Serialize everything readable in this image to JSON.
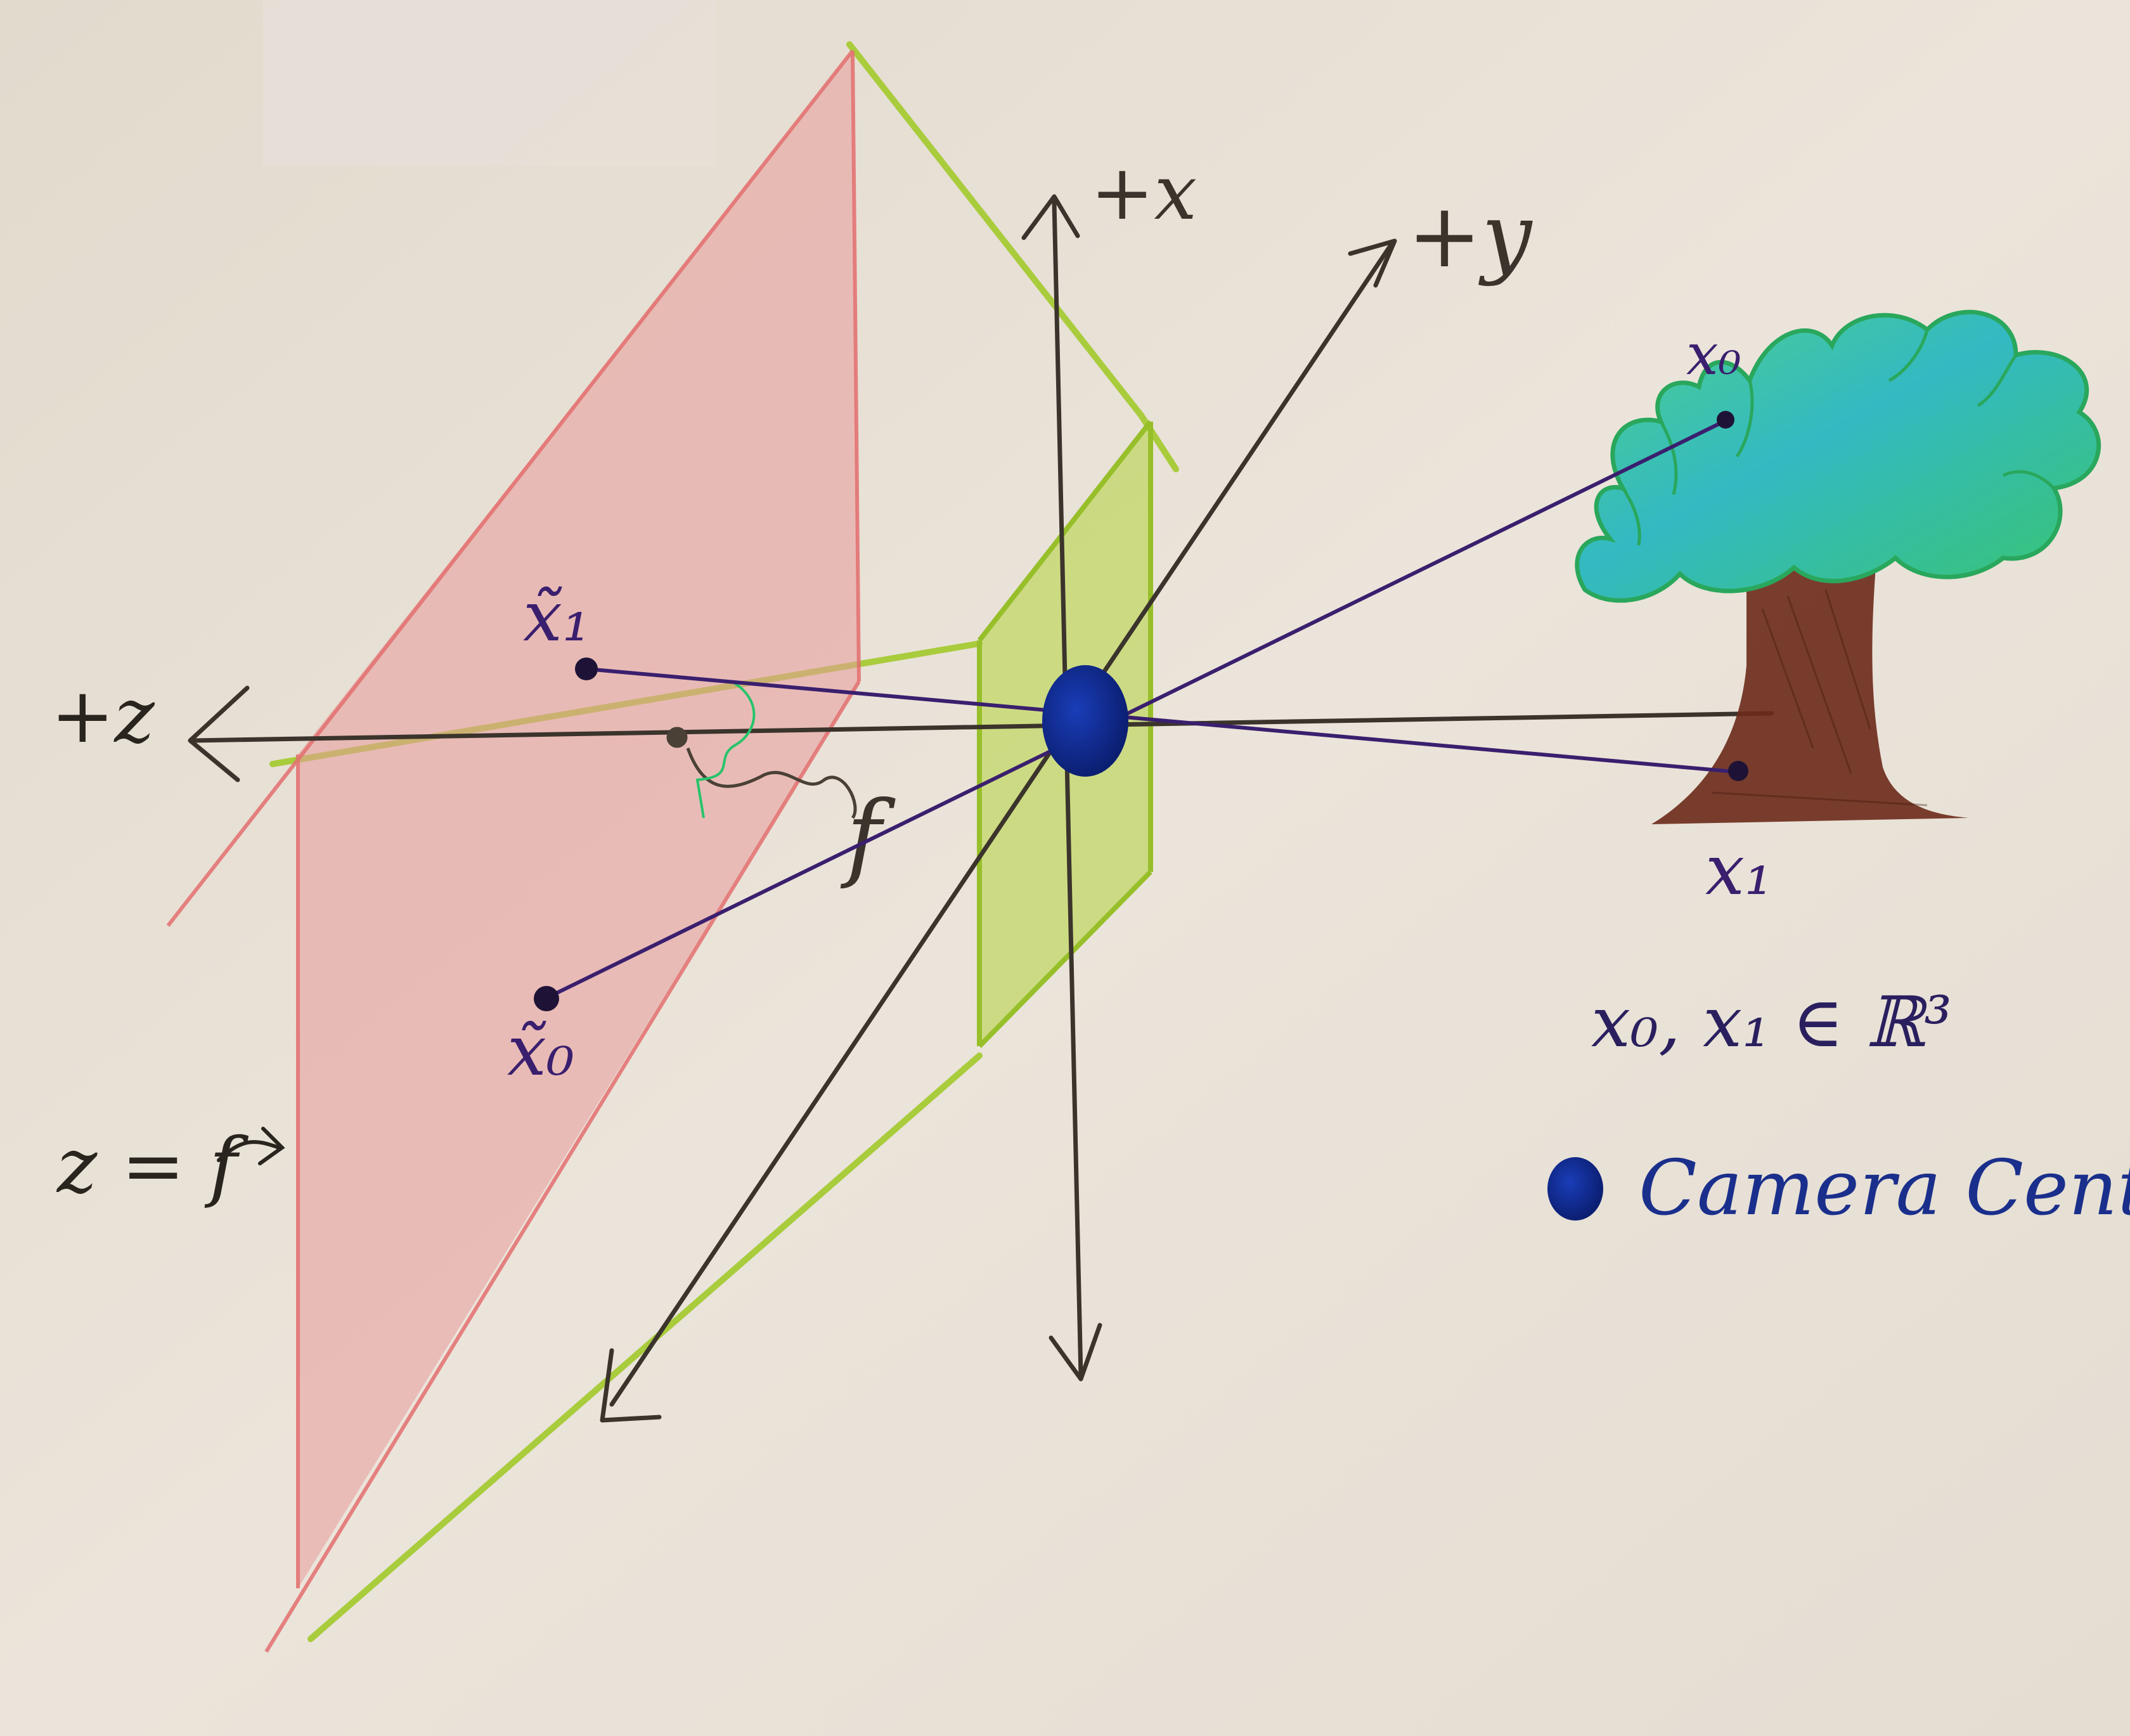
{
  "labels": {
    "x_axis": "+x",
    "y_axis": "+y",
    "z_axis": "+z",
    "plane_equation": "z = f",
    "focal_length": "f",
    "point_x0": "x₀",
    "point_x1": "x₁",
    "image_point_x0": "x̃₀",
    "image_point_x1": "x̃₁",
    "membership": "x₀, x₁ ∈ ℝ³",
    "legend": "Camera Center"
  },
  "colors": {
    "paper": "#e8e1d7",
    "image_plane": "#e79a9a",
    "camera_plane": "#a9cc3c",
    "ray": "#3a1f6e",
    "camera_center": "#0f2a8f",
    "axis": "#3b342c",
    "tree_foliage": "#2fb86a",
    "tree_trunk": "#6b2a1a"
  }
}
